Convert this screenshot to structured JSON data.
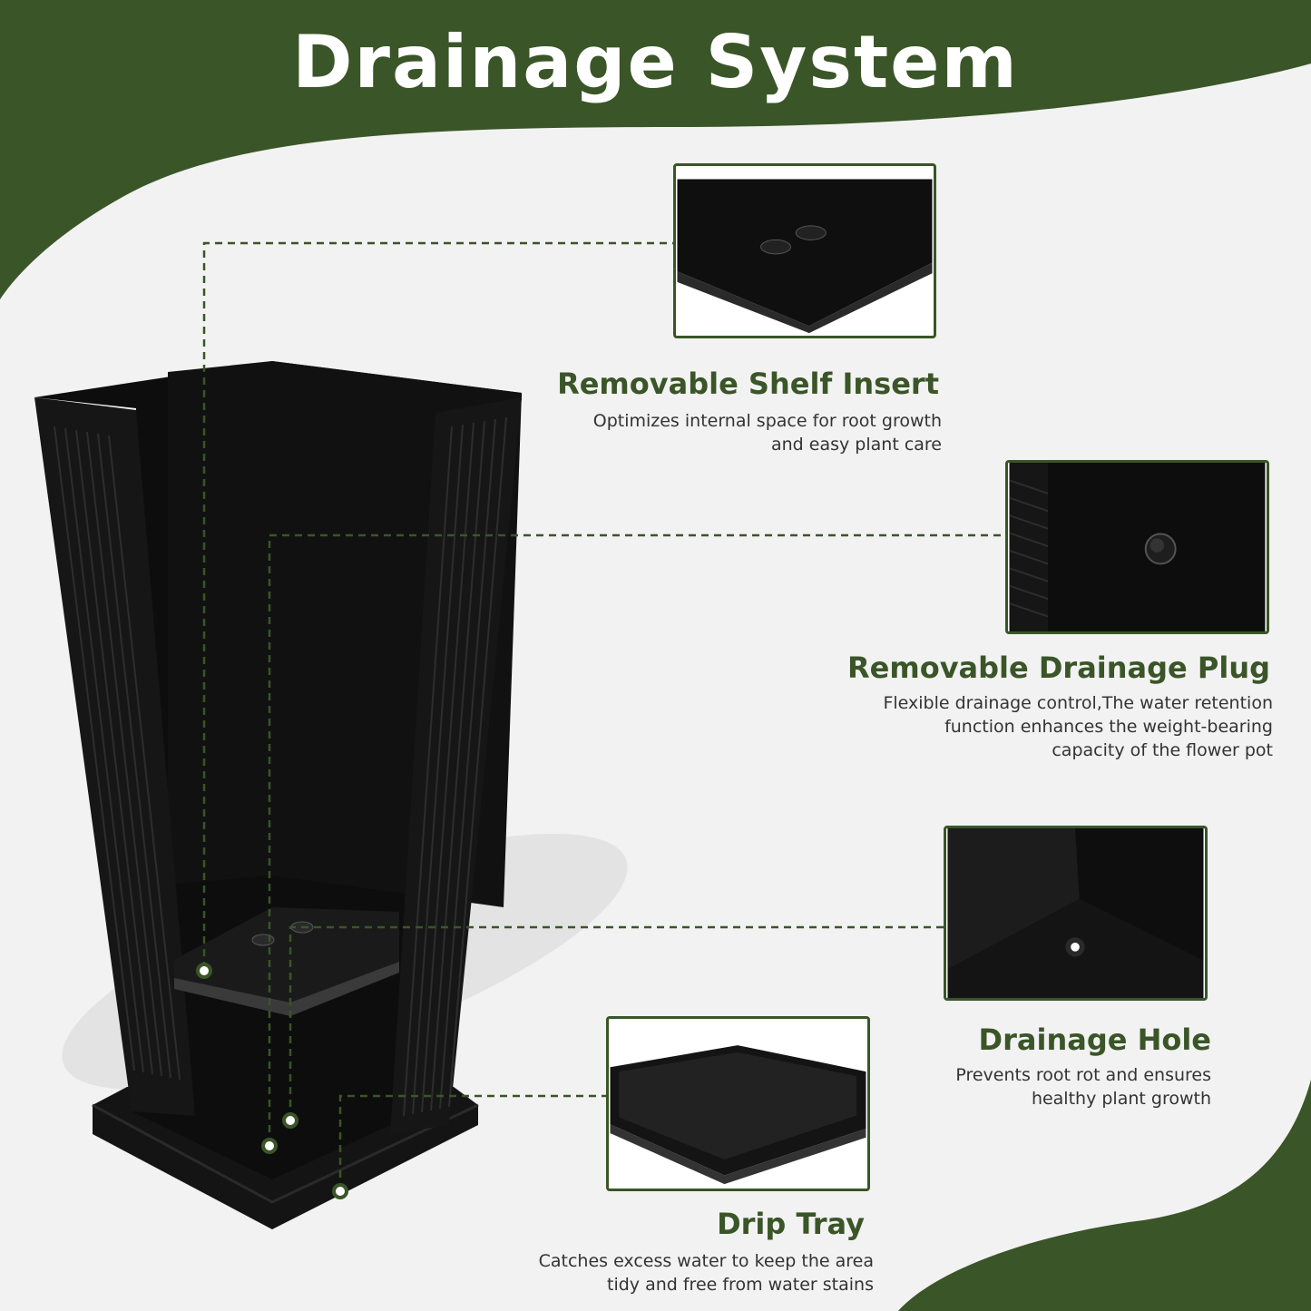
{
  "header": {
    "title": "Drainage System"
  },
  "colors": {
    "brand_green": "#3a5527",
    "background": "#f2f2f2",
    "product": "#0d0d0d"
  },
  "features": [
    {
      "title": "Removable Shelf Insert",
      "description": [
        "Optimizes internal space for root growth",
        "and easy plant care"
      ],
      "icon": "shelf-insert-photo"
    },
    {
      "title": "Removable Drainage Plug",
      "description": [
        "Flexible drainage control,The water retention",
        "function enhances the weight-bearing",
        "capacity of the flower pot"
      ],
      "icon": "drainage-plug-photo"
    },
    {
      "title": "Drainage Hole",
      "description": [
        "Prevents root rot and ensures",
        "healthy plant growth"
      ],
      "icon": "drainage-hole-photo"
    },
    {
      "title": "Drip Tray",
      "description": [
        "Catches excess water to keep the area",
        "tidy and free from water stains"
      ],
      "icon": "drip-tray-photo"
    }
  ]
}
